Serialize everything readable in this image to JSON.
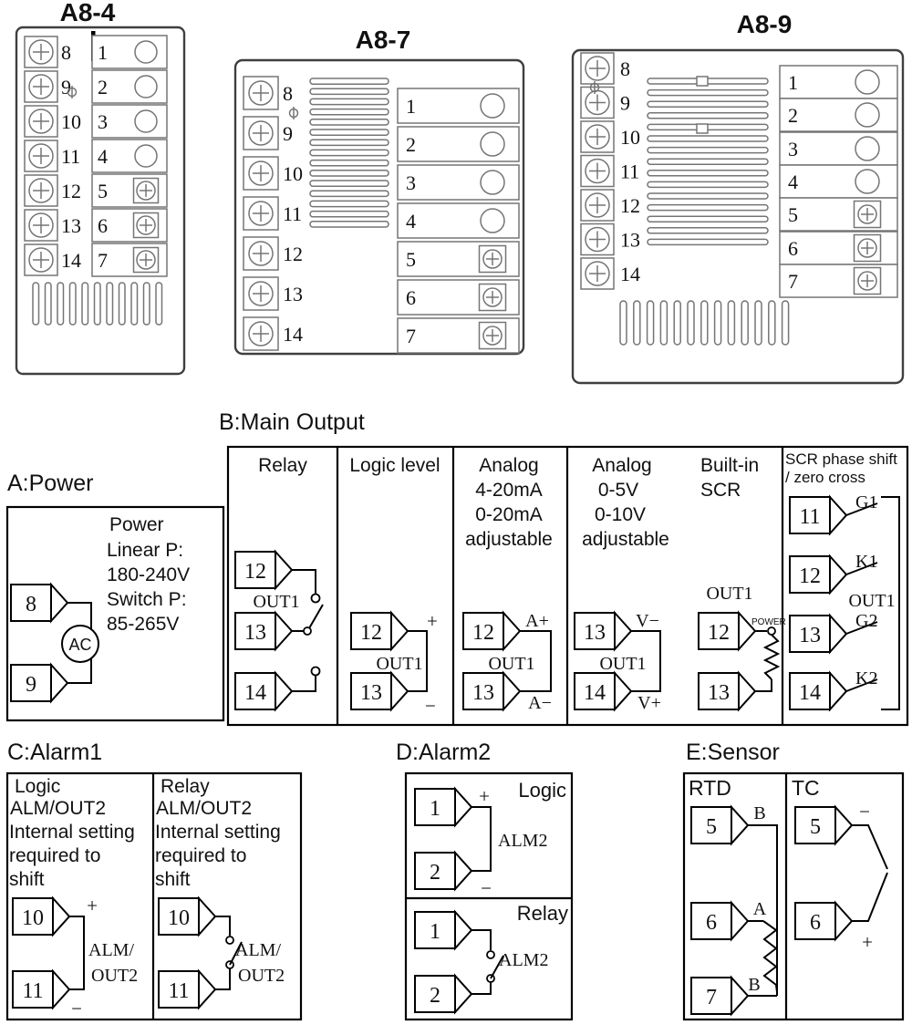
{
  "terminal_blocks": {
    "a84": {
      "title": "A8-4",
      "left": [
        "8",
        "9",
        "10",
        "11",
        "12",
        "13",
        "14"
      ],
      "right": [
        "1",
        "2",
        "3",
        "4",
        "5",
        "6",
        "7"
      ]
    },
    "a87": {
      "title": "A8-7",
      "left": [
        "8",
        "9",
        "10",
        "11",
        "12",
        "13",
        "14"
      ],
      "right": [
        "1",
        "2",
        "3",
        "4",
        "5",
        "6",
        "7"
      ]
    },
    "a89": {
      "title": "A8-9",
      "left": [
        "8",
        "9",
        "10",
        "11",
        "12",
        "13",
        "14"
      ],
      "right": [
        "1",
        "2",
        "3",
        "4",
        "5",
        "6",
        "7"
      ]
    }
  },
  "power": {
    "label": "A:Power",
    "title": "Power",
    "line1": "Linear P:",
    "line2": "180-240V",
    "line3": "Switch P:",
    "line4": "85-265V",
    "t8": "8",
    "t9": "9",
    "ac": "AC"
  },
  "main_output": {
    "label": "B:Main Output",
    "relay": {
      "header": "Relay",
      "t12": "12",
      "t13": "13",
      "t14": "14",
      "out": "OUT1"
    },
    "logic": {
      "header": "Logic level",
      "t12": "12",
      "t13": "13",
      "out": "OUT1",
      "plus": "+",
      "minus": "−"
    },
    "analog_ma": {
      "h1": "Analog",
      "h2": "4-20mA",
      "h3": "0-20mA",
      "h4": "adjustable",
      "t12": "12",
      "t13": "13",
      "out": "OUT1",
      "p": "A+",
      "m": "A−"
    },
    "analog_v": {
      "h1": "Analog",
      "h2": "0-5V",
      "h3": "0-10V",
      "h4": "adjustable",
      "t13": "13",
      "t14": "14",
      "out": "OUT1",
      "m": "V−",
      "p": "V+"
    },
    "builtin_scr": {
      "h1": "Built-in",
      "h2": "SCR",
      "out": "OUT1",
      "t12": "12",
      "t13": "13",
      "power": "POWER"
    },
    "scr_phase": {
      "h1": "SCR phase shift",
      "h2": "/ zero cross",
      "t11": "11",
      "t12": "12",
      "t13": "13",
      "t14": "14",
      "g1": "G1",
      "k1": "K1",
      "g2": "G2",
      "k2": "K2",
      "out": "OUT1"
    }
  },
  "alarm1": {
    "label": "C:Alarm1",
    "logic": {
      "header": "Logic",
      "sub": "ALM/OUT2",
      "note1": "Internal setting",
      "note2": "required to",
      "note3": "shift",
      "t10": "10",
      "t11": "11",
      "out1": "ALM/",
      "out2": "OUT2",
      "plus": "+",
      "minus": "−"
    },
    "relay": {
      "header": "Relay",
      "sub": "ALM/OUT2",
      "note1": "Internal setting",
      "note2": "required to",
      "note3": "shift",
      "t10": "10",
      "t11": "11",
      "out1": "ALM/",
      "out2": "OUT2"
    }
  },
  "alarm2": {
    "label": "D:Alarm2",
    "logic": {
      "header": "Logic",
      "t1": "1",
      "t2": "2",
      "alm": "ALM2",
      "plus": "+",
      "minus": "−"
    },
    "relay": {
      "header": "Relay",
      "t1": "1",
      "t2": "2",
      "alm": "ALM2"
    }
  },
  "sensor": {
    "label": "E:Sensor",
    "rtd": {
      "header": "RTD",
      "t5": "5",
      "t6": "6",
      "t7": "7",
      "b_top": "B",
      "a": "A",
      "b_bot": "B"
    },
    "tc": {
      "header": "TC",
      "t5": "5",
      "t6": "6",
      "minus": "−",
      "plus": "+"
    }
  }
}
